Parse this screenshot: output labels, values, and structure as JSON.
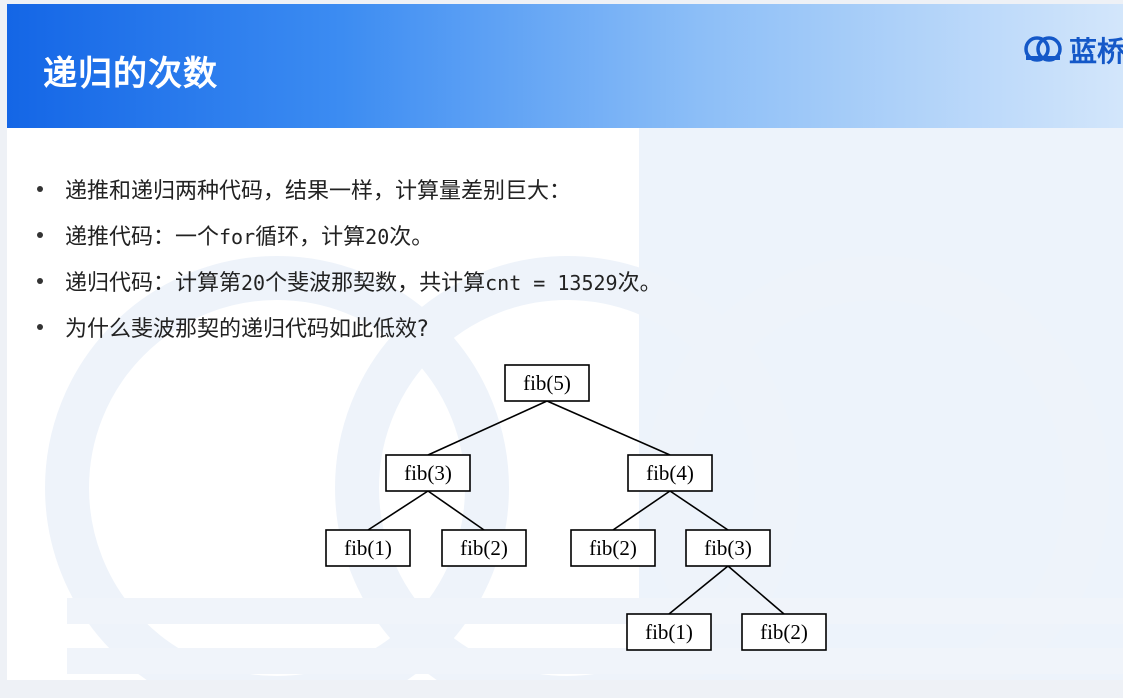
{
  "header": {
    "title": "递归的次数",
    "logo_text": "蓝桥",
    "logo_icon": "lanqiao-logo-icon"
  },
  "bullets": [
    {
      "parts": [
        {
          "text": "递推和递归两种代码，结果一样，计算量差别巨大：",
          "code": false
        }
      ]
    },
    {
      "parts": [
        {
          "text": "递推代码：一个",
          "code": false
        },
        {
          "text": "for",
          "code": true
        },
        {
          "text": "循环，计算",
          "code": false
        },
        {
          "text": "20",
          "code": true
        },
        {
          "text": "次。",
          "code": false
        }
      ]
    },
    {
      "parts": [
        {
          "text": "递归代码：计算第",
          "code": false
        },
        {
          "text": "20",
          "code": true
        },
        {
          "text": "个斐波那契数，共计算",
          "code": false
        },
        {
          "text": "cnt = 13529",
          "code": true
        },
        {
          "text": "次。",
          "code": false
        }
      ]
    },
    {
      "parts": [
        {
          "text": "为什么斐波那契的递归代码如此低效?",
          "code": false
        }
      ]
    }
  ],
  "tree": {
    "nodes": [
      {
        "id": "n5",
        "label": "fib(5)"
      },
      {
        "id": "n3a",
        "label": "fib(3)"
      },
      {
        "id": "n4",
        "label": "fib(4)"
      },
      {
        "id": "n1a",
        "label": "fib(1)"
      },
      {
        "id": "n2a",
        "label": "fib(2)"
      },
      {
        "id": "n2b",
        "label": "fib(2)"
      },
      {
        "id": "n3b",
        "label": "fib(3)"
      },
      {
        "id": "n1b",
        "label": "fib(1)"
      },
      {
        "id": "n2c",
        "label": "fib(2)"
      }
    ],
    "edges": [
      [
        "n5",
        "n3a"
      ],
      [
        "n5",
        "n4"
      ],
      [
        "n3a",
        "n1a"
      ],
      [
        "n3a",
        "n2a"
      ],
      [
        "n4",
        "n2b"
      ],
      [
        "n4",
        "n3b"
      ],
      [
        "n3b",
        "n1b"
      ],
      [
        "n3b",
        "n2c"
      ]
    ]
  },
  "colors": {
    "header_start": "#1466e6",
    "header_end": "#d3e6fb",
    "title": "#ffffff",
    "logo": "#1458c8"
  }
}
